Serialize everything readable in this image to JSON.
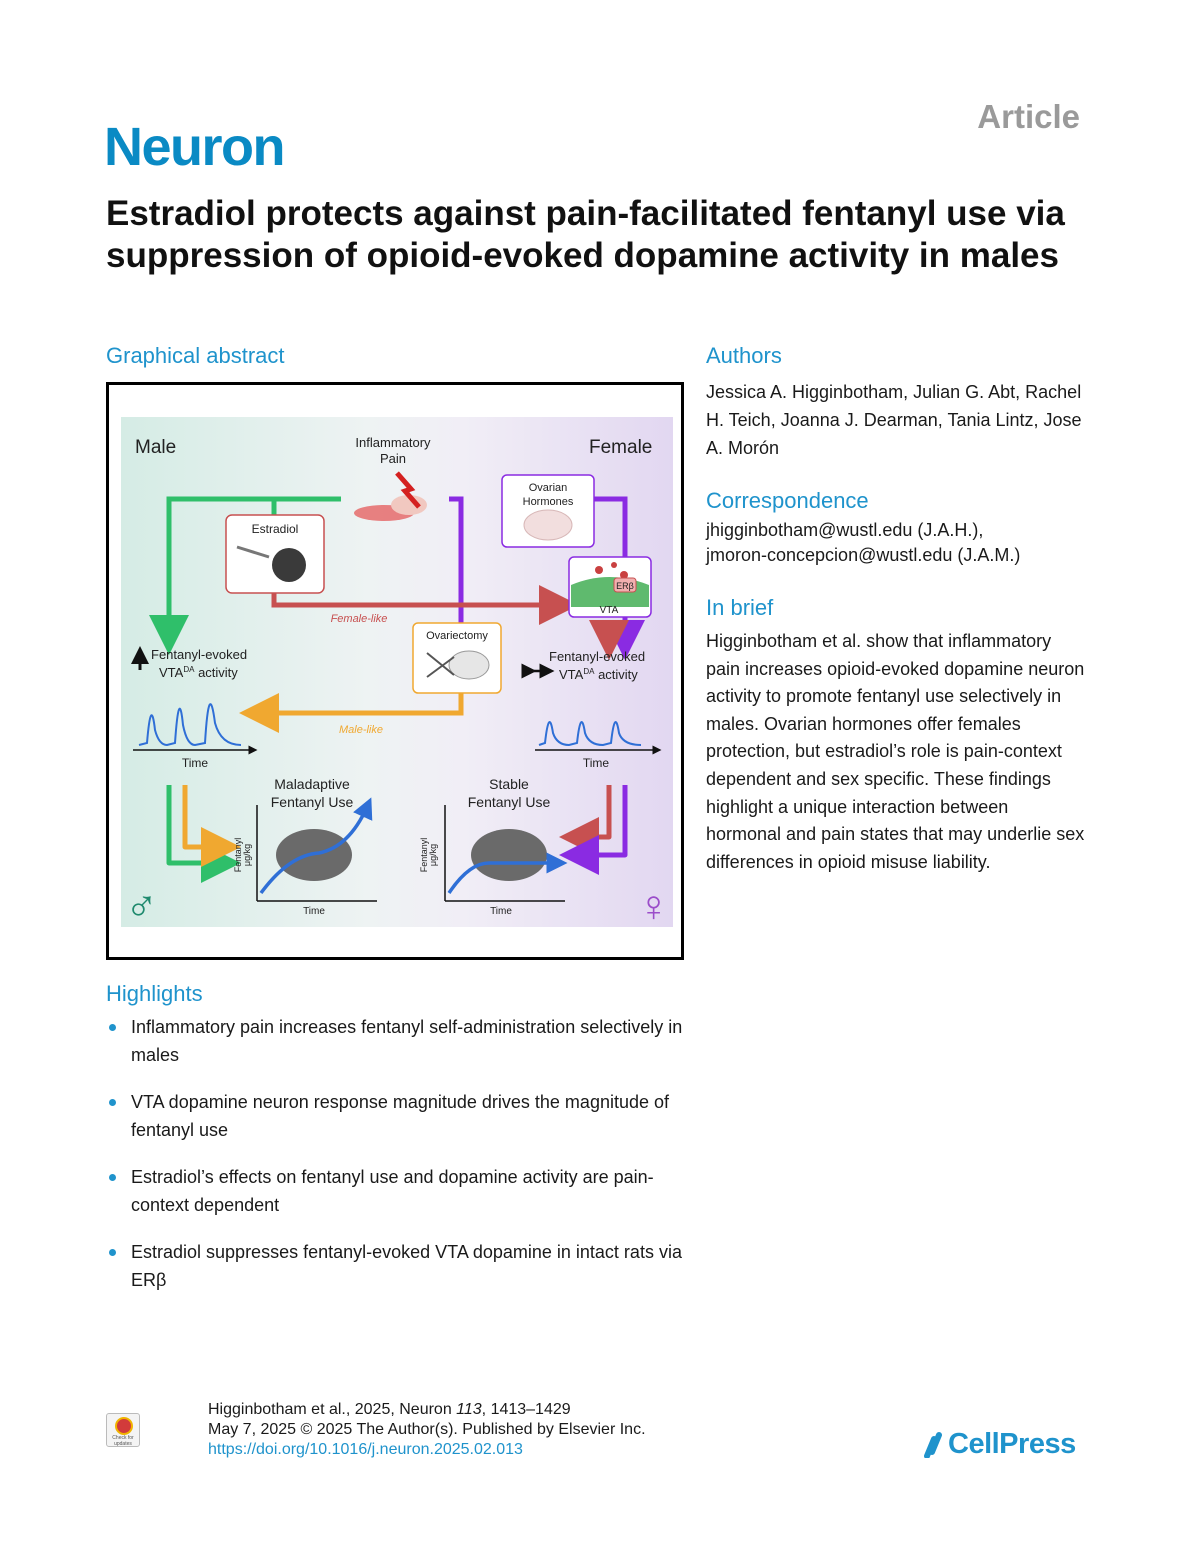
{
  "article_label": "Article",
  "journal": "Neuron",
  "title": "Estradiol protects against pain-facilitated fentanyl use via suppression of opioid-evoked dopamine activity in males",
  "graphical_abstract": {
    "heading": "Graphical abstract",
    "male": "Male",
    "female": "Female",
    "inflammatory_pain": [
      "Inflammatory",
      "Pain"
    ],
    "ovarian_hormones": [
      "Ovarian",
      "Hormones"
    ],
    "estradiol": "Estradiol",
    "er_beta": "ERβ",
    "vta": "VTA",
    "female_like": "Female-like",
    "ovariectomy": "Ovariectomy",
    "male_like": "Male-like",
    "male_activity": [
      "Fentanyl-evoked",
      "VTA",
      "DA",
      " activity"
    ],
    "female_activity": [
      "Fentanyl-evoked",
      "VTA",
      "DA",
      " activity"
    ],
    "time": "Time",
    "maladaptive": [
      "Maladaptive",
      "Fentanyl Use"
    ],
    "stable": [
      "Stable",
      "Fentanyl Use"
    ],
    "fentanyl_axis": [
      "Fentanyl",
      "μg/kg"
    ],
    "male_symbol": "♂",
    "female_symbol": "♀",
    "colors": {
      "green": "#2fbf6a",
      "purple": "#8a2be2",
      "red": "#c75050",
      "orange": "#f0a830",
      "blue": "#2f6fd6",
      "bg_male": "#d7ede6",
      "bg_female": "#e8def4"
    }
  },
  "authors": {
    "heading": "Authors",
    "names": "Jessica A. Higginbotham, Julian G. Abt, Rachel H. Teich, Joanna J. Dearman, Tania Lintz, Jose A. Morón"
  },
  "correspondence": {
    "heading": "Correspondence",
    "line1": "jhigginbotham@wustl.edu (J.A.H.),",
    "line2": "jmoron-concepcion@wustl.edu (J.A.M.)"
  },
  "in_brief": {
    "heading": "In brief",
    "text": "Higginbotham et al. show that inflammatory pain increases opioid-evoked dopamine neuron activity to promote fentanyl use selectively in males. Ovarian hormones offer females protection, but estradiol’s role is pain-context dependent and sex specific. These findings highlight a unique interaction between hormonal and pain states that may underlie sex differences in opioid misuse liability."
  },
  "highlights": {
    "heading": "Highlights",
    "items": [
      "Inflammatory pain increases fentanyl self-administration selectively in males",
      "VTA dopamine neuron response magnitude drives the magnitude of fentanyl use",
      "Estradiol’s effects on fentanyl use and dopamine activity are pain-context dependent",
      "Estradiol suppresses fentanyl-evoked VTA dopamine in intact rats via ERβ"
    ]
  },
  "footer": {
    "citation_prefix": "Higginbotham et al., 2025, Neuron ",
    "volume": "113",
    "pages": ", 1413–1429",
    "line2": "May 7, 2025 © 2025 The Author(s). Published by Elsevier Inc.",
    "doi": "https://doi.org/10.1016/j.neuron.2025.02.013",
    "update_badge": "Check for updates",
    "publisher": "CellPress"
  }
}
